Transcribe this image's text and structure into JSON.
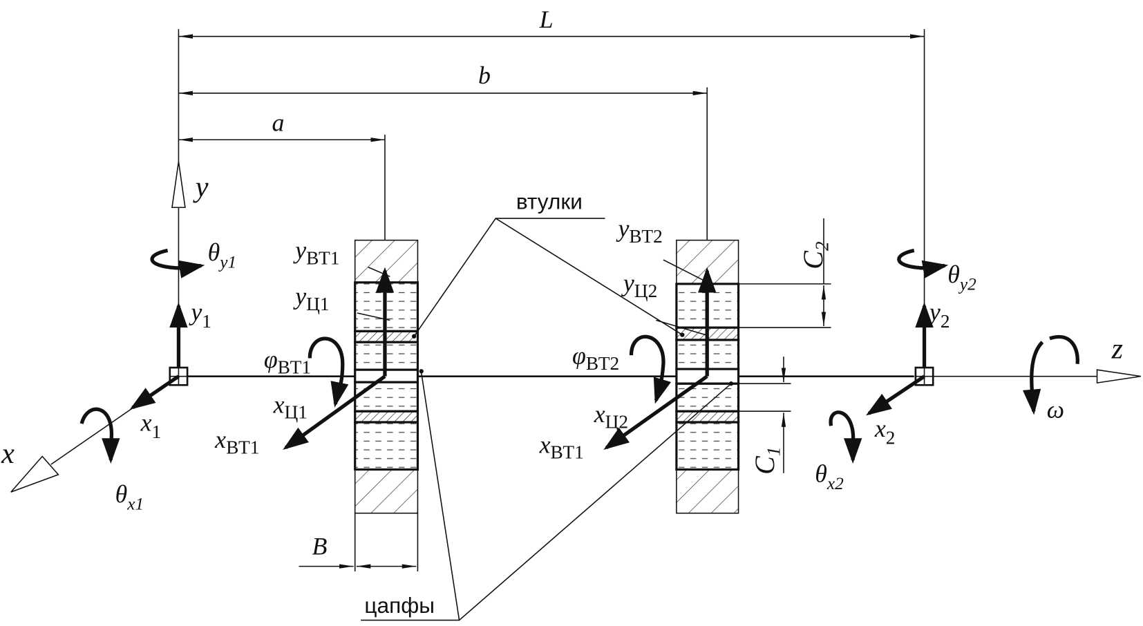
{
  "dimensions": {
    "L": "L",
    "b": "b",
    "a": "a",
    "B": "B",
    "C1": "C",
    "C1_sub": "1",
    "C2": "C",
    "C2_sub": "2"
  },
  "axes": {
    "x": "x",
    "y": "y",
    "z": "z"
  },
  "labels": {
    "y1": "y",
    "y1_sub": "1",
    "x1": "x",
    "x1_sub": "1",
    "y2": "y",
    "y2_sub": "2",
    "x2": "x",
    "x2_sub": "2",
    "theta_y1": "θ",
    "theta_y1_sub": "y1",
    "theta_y2": "θ",
    "theta_y2_sub": "y2",
    "theta_x1": "θ",
    "theta_x1_sub": "x1",
    "theta_x2": "θ",
    "theta_x2_sub": "x2",
    "omega": "ω",
    "y_bt1": "y",
    "y_bt1_sub": "ВТ1",
    "y_c1": "y",
    "y_c1_sub": "Ц1",
    "phi_bt1": "φ",
    "phi_bt1_sub": "ВТ1",
    "x_c1": "x",
    "x_c1_sub": "Ц1",
    "x_bt1": "x",
    "x_bt1_sub": "ВТ1",
    "y_bt2": "y",
    "y_bt2_sub": "ВТ2",
    "y_c2": "y",
    "y_c2_sub": "Ц2",
    "phi_bt2": "φ",
    "phi_bt2_sub": "ВТ2",
    "x_c2": "x",
    "x_c2_sub": "Ц2",
    "x_bt1_right": "x",
    "x_bt1_right_sub": "ВТ1"
  },
  "callouts": {
    "bushings": "втулки",
    "journals": "цапфы"
  }
}
